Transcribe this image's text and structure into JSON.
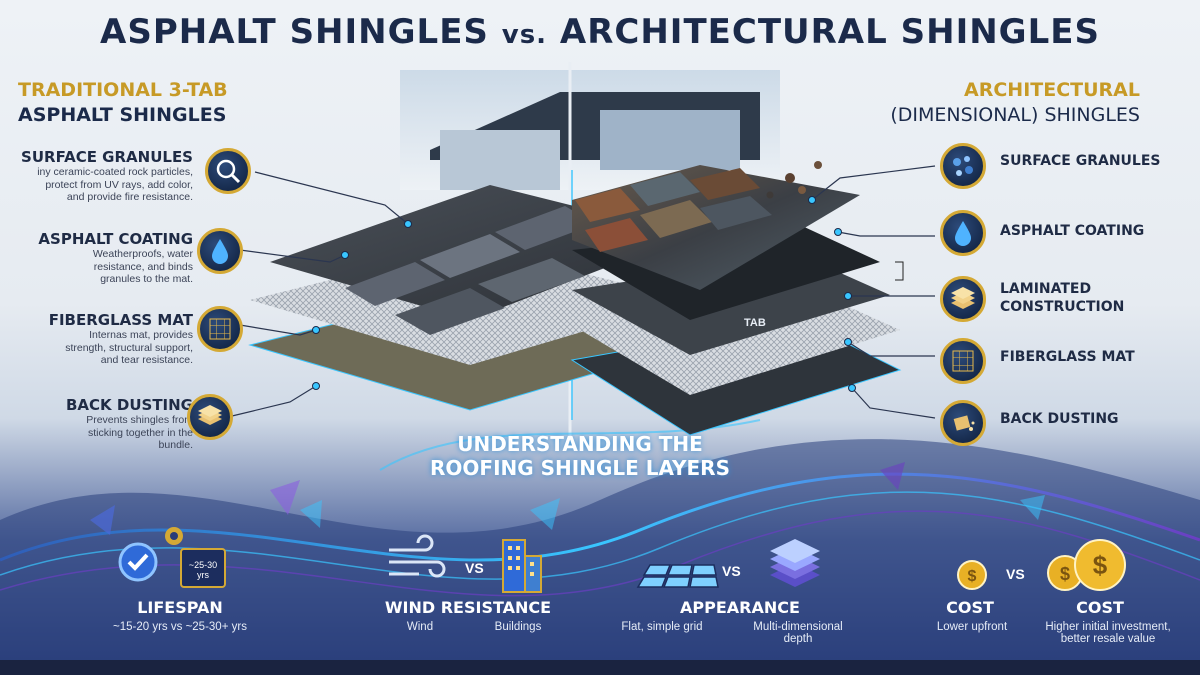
{
  "title": {
    "left": "ASPHALT SHINGLES",
    "vs": "vs.",
    "right": "ARCHITECTURAL SHINGLES"
  },
  "left_panel": {
    "heading_line1": "TRADITIONAL 3-TAB",
    "heading_line2": "ASPHALT SHINGLES",
    "features": [
      {
        "title": "SURFACE GRANULES",
        "desc": [
          "iny ceramic-coated rock particles,",
          "protect from UV rays, add color,",
          "and provide fire resistance."
        ],
        "icon": "magnifier-icon"
      },
      {
        "title": "ASPHALT COATING",
        "desc": [
          "Weatherproofs, water",
          "resistance, and binds",
          "granules to the mat."
        ],
        "icon": "water-drop-icon"
      },
      {
        "title": "FIBERGLASS MAT",
        "desc": [
          "Internas mat, provides",
          "strength, structural support,",
          "and tear resistance."
        ],
        "icon": "mesh-icon"
      },
      {
        "title": "BACK DUSTING",
        "desc": [
          "Prevents shingles from",
          "sticking together in the",
          "bundle."
        ],
        "icon": "layers-icon"
      }
    ]
  },
  "right_panel": {
    "heading_line1": "ARCHITECTURAL",
    "heading_line2": "(DIMENSIONAL) SHINGLES",
    "features": [
      {
        "title": [
          "SURFACE GRANULES"
        ],
        "icon": "granules-icon"
      },
      {
        "title": [
          "ASPHALT COATING"
        ],
        "icon": "water-drop-icon"
      },
      {
        "title": [
          "LAMINATED",
          "CONSTRUCTION"
        ],
        "icon": "laminate-icon"
      },
      {
        "title": [
          "FIBERGLASS MAT"
        ],
        "icon": "mesh-icon"
      },
      {
        "title": [
          "BACK DUSTING"
        ],
        "icon": "dust-icon"
      }
    ],
    "tab_label": "TAB"
  },
  "center": {
    "line1": "UNDERSTANDING THE",
    "line2": "ROOFING SHINGLE LAYERS"
  },
  "comparisons": [
    {
      "title": "LIFESPAN",
      "sub": "~15-20 yrs  vs  ~25-30+ yrs",
      "calendar_text": "~25-30 yrs",
      "vs": ""
    },
    {
      "title": "WIND RESISTANCE",
      "sub_left": "Wind",
      "sub_right": "Buildings",
      "vs": "VS"
    },
    {
      "title": "APPEARANCE",
      "sub_left": "Flat, simple grid",
      "sub_right": [
        "Multi-dimensional",
        "depth"
      ],
      "vs": "VS"
    },
    {
      "title_left": "COST",
      "title_right": "COST",
      "sub_left": "Lower upfront",
      "sub_right": [
        "Higher initial investment,",
        "better resale value"
      ],
      "vs": "VS"
    }
  ],
  "colors": {
    "gold": "#c79a26",
    "navy": "#1b2a4a",
    "glow": "#39c6ff"
  }
}
